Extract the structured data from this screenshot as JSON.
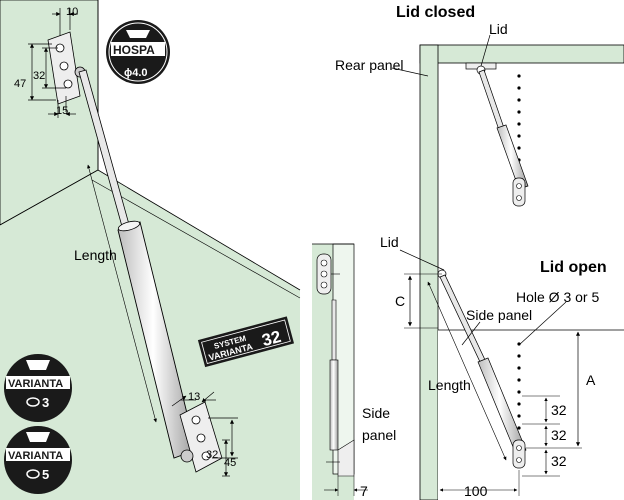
{
  "left_drawing": {
    "dims_top": {
      "d10": "10",
      "d47": "47",
      "d32": "32",
      "d15": "15"
    },
    "length_label": "Length",
    "dims_bottom": {
      "d13": "13",
      "d32": "32",
      "d45": "45"
    }
  },
  "badges": {
    "hospa": {
      "name": "HOSPA",
      "spec": "ɸ4.0"
    },
    "system": {
      "line1": "SYSTEM",
      "line2": "VARIANTA",
      "num": "32"
    },
    "varianta3": {
      "name": "VARIANTA",
      "spec": "3"
    },
    "varianta5": {
      "name": "VARIANTA",
      "spec": "5"
    }
  },
  "right_drawing": {
    "lid_closed_title": "Lid closed",
    "lid_top_label": "Lid",
    "rear_panel_label": "Rear panel",
    "lid_mid_label": "Lid",
    "lid_open_title": "Lid open",
    "hole_label": "Hole Ø 3 or 5",
    "side_panel_right": "Side panel",
    "dim_c": "C",
    "length_label": "Length",
    "side_panel_left_1": "Side",
    "side_panel_left_2": "panel",
    "dim_a": "A",
    "dim_32a": "32",
    "dim_32b": "32",
    "dim_32c": "32",
    "dim_7": "7",
    "dim_100": "100"
  },
  "colors": {
    "panel_fill": "#d6e9d6",
    "line": "#000000",
    "badge_dark": "#1a1a1a",
    "watermark": "#c9d8c9"
  }
}
